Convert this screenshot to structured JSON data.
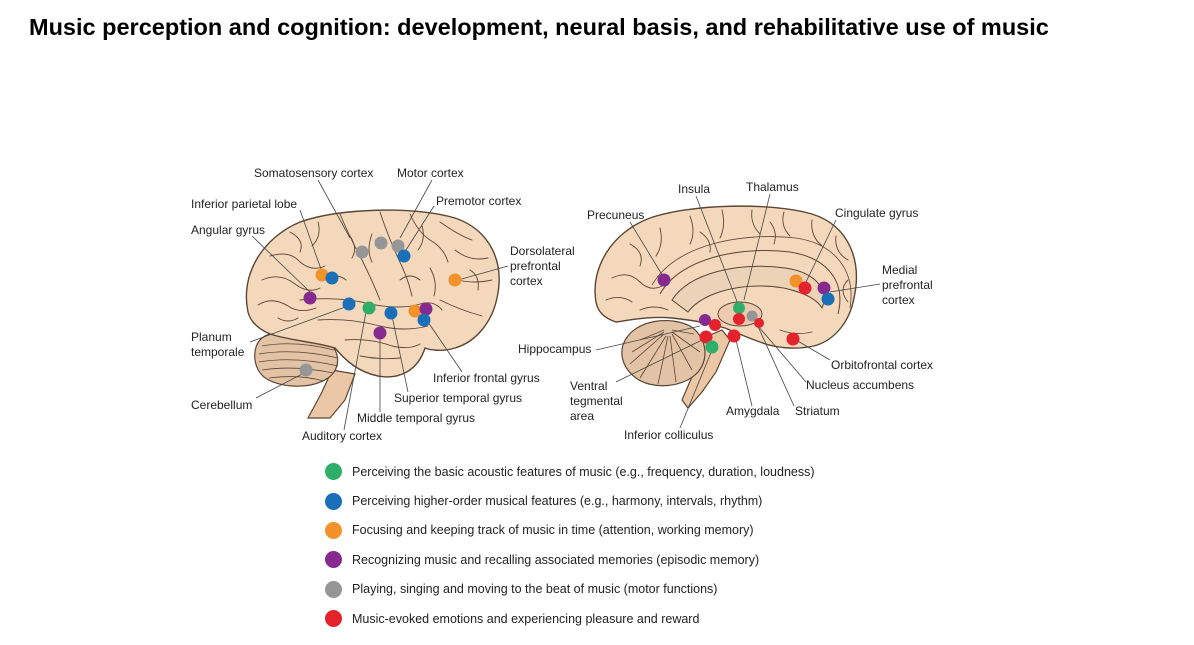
{
  "title": "Music perception and cognition: development, neural basis, and rehabilitative use of music",
  "colors": {
    "green": "#2eae68",
    "blue": "#1b6eb8",
    "orange": "#f3922b",
    "purple": "#872a8f",
    "gray": "#969696",
    "red": "#e3222b",
    "brain_fill": "#f4d8bc",
    "brain_stroke": "#5a4634"
  },
  "icons": [
    "brain-lateral-view-icon",
    "brain-medial-view-icon"
  ],
  "lateral_labels": {
    "somatosensory": "Somatosensory cortex",
    "motor": "Motor cortex",
    "premotor": "Premotor cortex",
    "inferior_parietal": "Inferior parietal lobe",
    "angular": "Angular gyrus",
    "dlpfc_1": "Dorsolateral",
    "dlpfc_2": "prefrontal",
    "dlpfc_3": "cortex",
    "planum_1": "Planum",
    "planum_2": "temporale",
    "inferior_frontal": "Inferior frontal gyrus",
    "superior_temporal": "Superior temporal gyrus",
    "cerebellum": "Cerebellum",
    "middle_temporal": "Middle temporal gyrus",
    "auditory": "Auditory cortex"
  },
  "medial_labels": {
    "insula": "Insula",
    "thalamus": "Thalamus",
    "precuneus": "Precuneus",
    "cingulate": "Cingulate gyrus",
    "mpfc_1": "Medial",
    "mpfc_2": "prefrontal",
    "mpfc_3": "cortex",
    "hippocampus": "Hippocampus",
    "orbitofrontal": "Orbitofrontal cortex",
    "nucleus_accumbens": "Nucleus accumbens",
    "vta_1": "Ventral",
    "vta_2": "tegmental",
    "vta_3": "area",
    "amygdala": "Amygdala",
    "striatum": "Striatum",
    "inferior_colliculus": "Inferior colliculus"
  },
  "legend": [
    {
      "color": "#2eae68",
      "label": "Perceiving the basic acoustic features of music (e.g., frequency, duration, loudness)"
    },
    {
      "color": "#1b6eb8",
      "label": "Perceiving higher-order musical features (e.g., harmony, intervals, rhythm)"
    },
    {
      "color": "#f3922b",
      "label": "Focusing and keeping track of music in time (attention, working memory)"
    },
    {
      "color": "#872a8f",
      "label": "Recognizing music and recalling associated memories (episodic memory)"
    },
    {
      "color": "#969696",
      "label": "Playing, singing and moving to the beat of music (motor functions)"
    },
    {
      "color": "#e3222b",
      "label": "Music-evoked emotions and experiencing pleasure and reward"
    }
  ]
}
